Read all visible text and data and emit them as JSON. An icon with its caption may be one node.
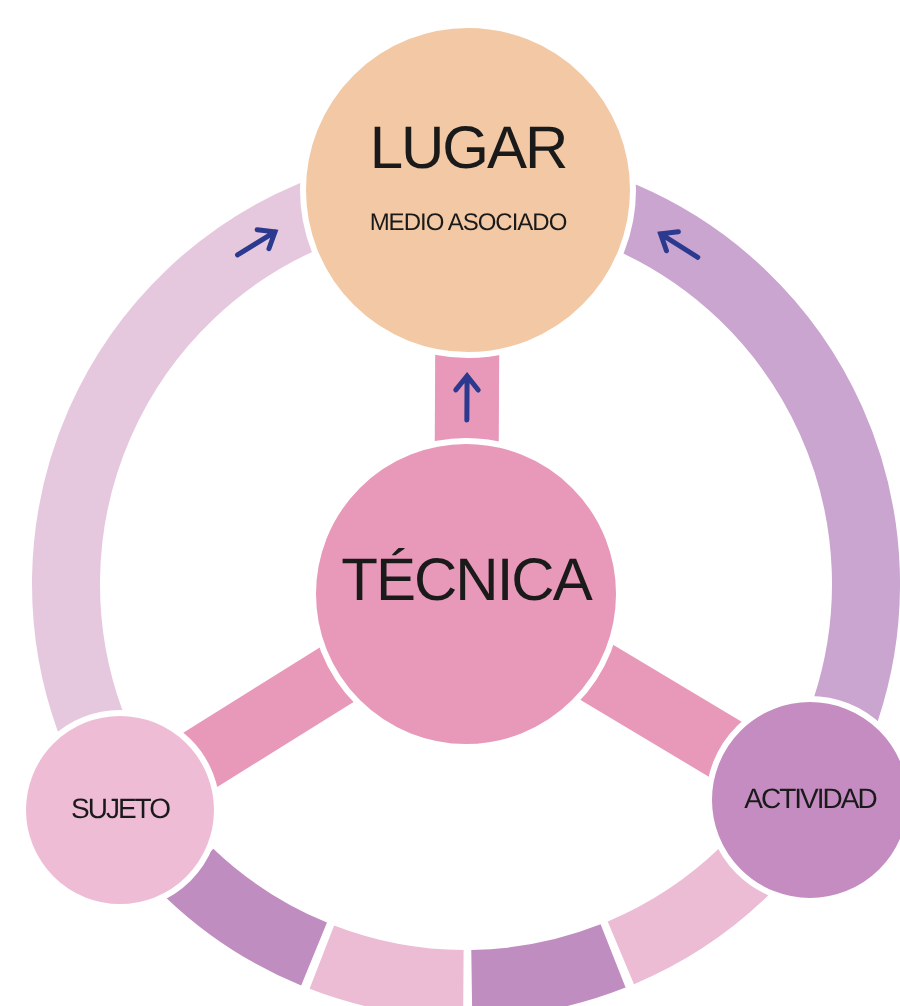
{
  "diagram": {
    "nodes": [
      {
        "text": [
          "LUGAR",
          "MEDIO ASOCIADO"
        ]
      },
      {
        "text": [
          "TÉCNICA"
        ]
      },
      {
        "text": [
          "SUJETO"
        ]
      },
      {
        "text": [
          "ACTIVIDAD"
        ]
      }
    ],
    "edges": [
      {
        "from": 1,
        "to": 0,
        "arrow": "to"
      },
      {
        "from": 1,
        "to": 2,
        "arrow": "none"
      },
      {
        "from": 1,
        "to": 3,
        "arrow": "none"
      },
      {
        "from": 2,
        "to": 0,
        "arrow": "to"
      },
      {
        "from": 3,
        "to": 0,
        "arrow": "to"
      },
      {
        "from": 2,
        "to": 3,
        "arrow": "none"
      }
    ]
  }
}
